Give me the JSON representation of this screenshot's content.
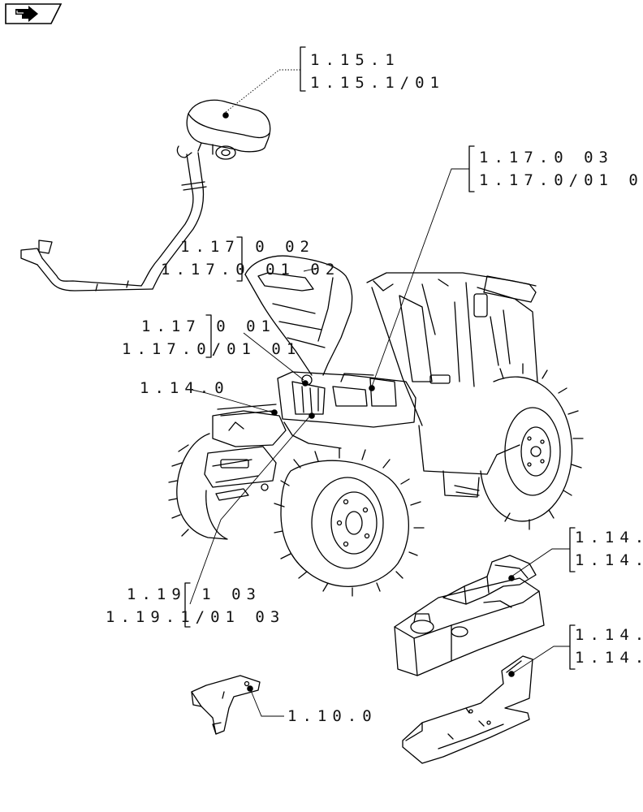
{
  "nav": {
    "icon": "arrow-right-icon"
  },
  "references": [
    {
      "id": "r1",
      "lines": [
        "1.15.1",
        "1.15.1/01"
      ]
    },
    {
      "id": "r2",
      "lines": [
        "1.17.0 03",
        "1.17.0/01 0"
      ]
    },
    {
      "id": "r3",
      "lines": [
        "1.17 0 02",
        "1.17.0 01 02"
      ]
    },
    {
      "id": "r4",
      "lines": [
        "1.17 0 01",
        "1.17.0/01 01"
      ]
    },
    {
      "id": "r5",
      "lines": [
        "1.14.0"
      ]
    },
    {
      "id": "r6",
      "lines": [
        "1.19 1 03",
        "1.19.1/01 03"
      ]
    },
    {
      "id": "r7",
      "lines": [
        "1.14.",
        "1.14."
      ]
    },
    {
      "id": "r8",
      "lines": [
        "1.14.",
        "1.14."
      ]
    },
    {
      "id": "r9",
      "lines": [
        "1.10.0"
      ]
    }
  ]
}
